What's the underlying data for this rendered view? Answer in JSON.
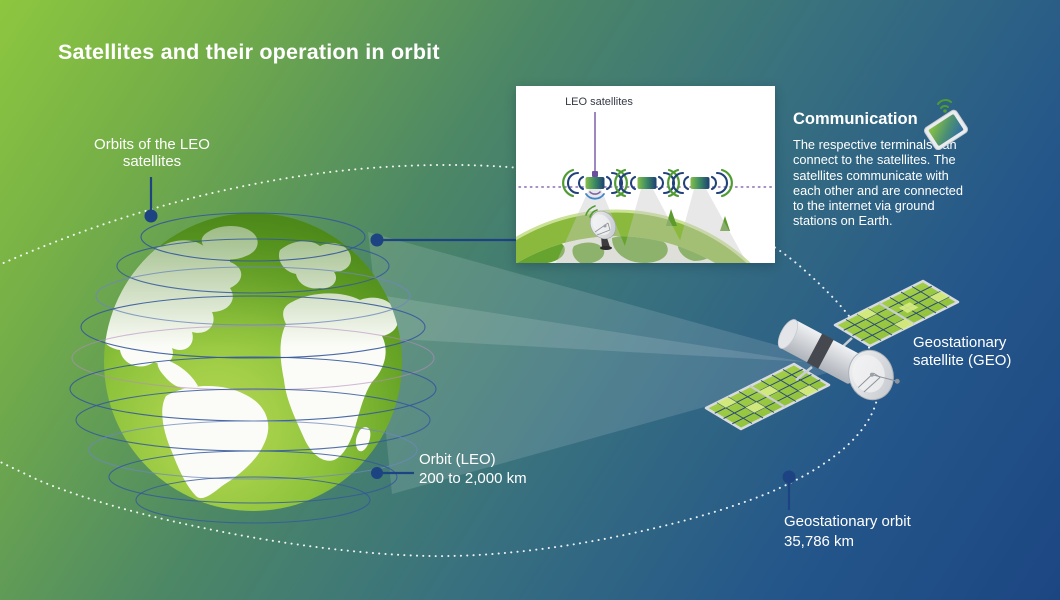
{
  "title": "Satellites and their operation in orbit",
  "callouts": {
    "leo_orbits": {
      "line1": "Orbits of the LEO",
      "line2": "satellites"
    },
    "geo_satellite": {
      "line1": "Geostationary",
      "line2": "satellite (GEO)"
    },
    "leo_orbit": {
      "line1": "Orbit (LEO)",
      "line2": "200 to 2,000 km"
    },
    "geo_orbit": {
      "line1": "Geostationary orbit",
      "line2": "35,786 km"
    }
  },
  "inset": {
    "title": "LEO satellites"
  },
  "communication": {
    "heading": "Communication",
    "body": "The respective terminals can connect to the satellites. The satellites communicate with each other and are connected to the internet via ground stations on Earth."
  },
  "icons": {
    "communication": "tablet-wifi-icon",
    "inset_satellites": "leo-satellite-icon",
    "inset_ground_station": "ground-station-dish-icon",
    "main_satellite": "geo-satellite-icon",
    "globe": "earth-globe"
  },
  "colors": {
    "bg_top_left": "#8dc73f",
    "bg_bottom_right": "#1c4682",
    "accent_navy": "#1d4382",
    "orbit_ring_blue": "#35589c",
    "panel_purple": "#8a6bb0",
    "leaf_green": "#8dc63f",
    "text": "#ffffff"
  }
}
